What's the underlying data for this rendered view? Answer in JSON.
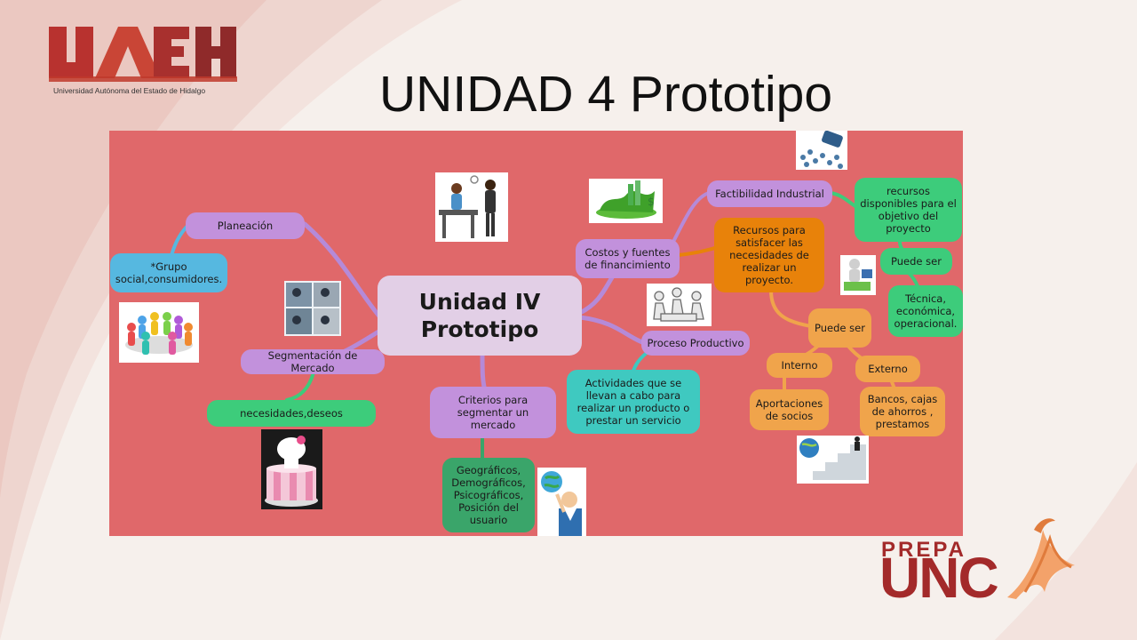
{
  "slide": {
    "title": "UNIDAD 4 Prototipo"
  },
  "logos": {
    "top_left_caption": "Universidad Autónoma del Estado de Hidalgo",
    "bottom_right_top": "PREPA",
    "bottom_right_bottom": "UNC"
  },
  "mindmap": {
    "central": "Unidad IV Prototipo",
    "planeacion": "Planeación",
    "grupo": "*Grupo social,consumidores.",
    "segmentacion": "Segmentación de Mercado",
    "necesidades": "necesidades,deseos",
    "criterios": "Criterios para segmentar un mercado",
    "geograficos": "Geográficos, Demográficos, Psicográficos, Posición del usuario",
    "costos": "Costos y fuentes de financimiento",
    "factibilidad": "Factibilidad Industrial",
    "recursos_disponibles": "recursos disponibles para el objetivo del proyecto",
    "puede_ser_1": "Puede ser",
    "tecnica": "Técnica, económica, operacional.",
    "recursos_para": "Recursos para satisfacer las necesidades de realizar un proyecto.",
    "puede_ser_2": "Puede ser",
    "interno": "Interno",
    "externo": "Externo",
    "aportaciones": "Aportaciones de socios",
    "bancos": "Bancos, cajas de ahorros , prestamos",
    "proceso": "Proceso Productivo",
    "actividades": "Actividades que se llevan a cabo para realizar un producto o prestar un servicio"
  }
}
